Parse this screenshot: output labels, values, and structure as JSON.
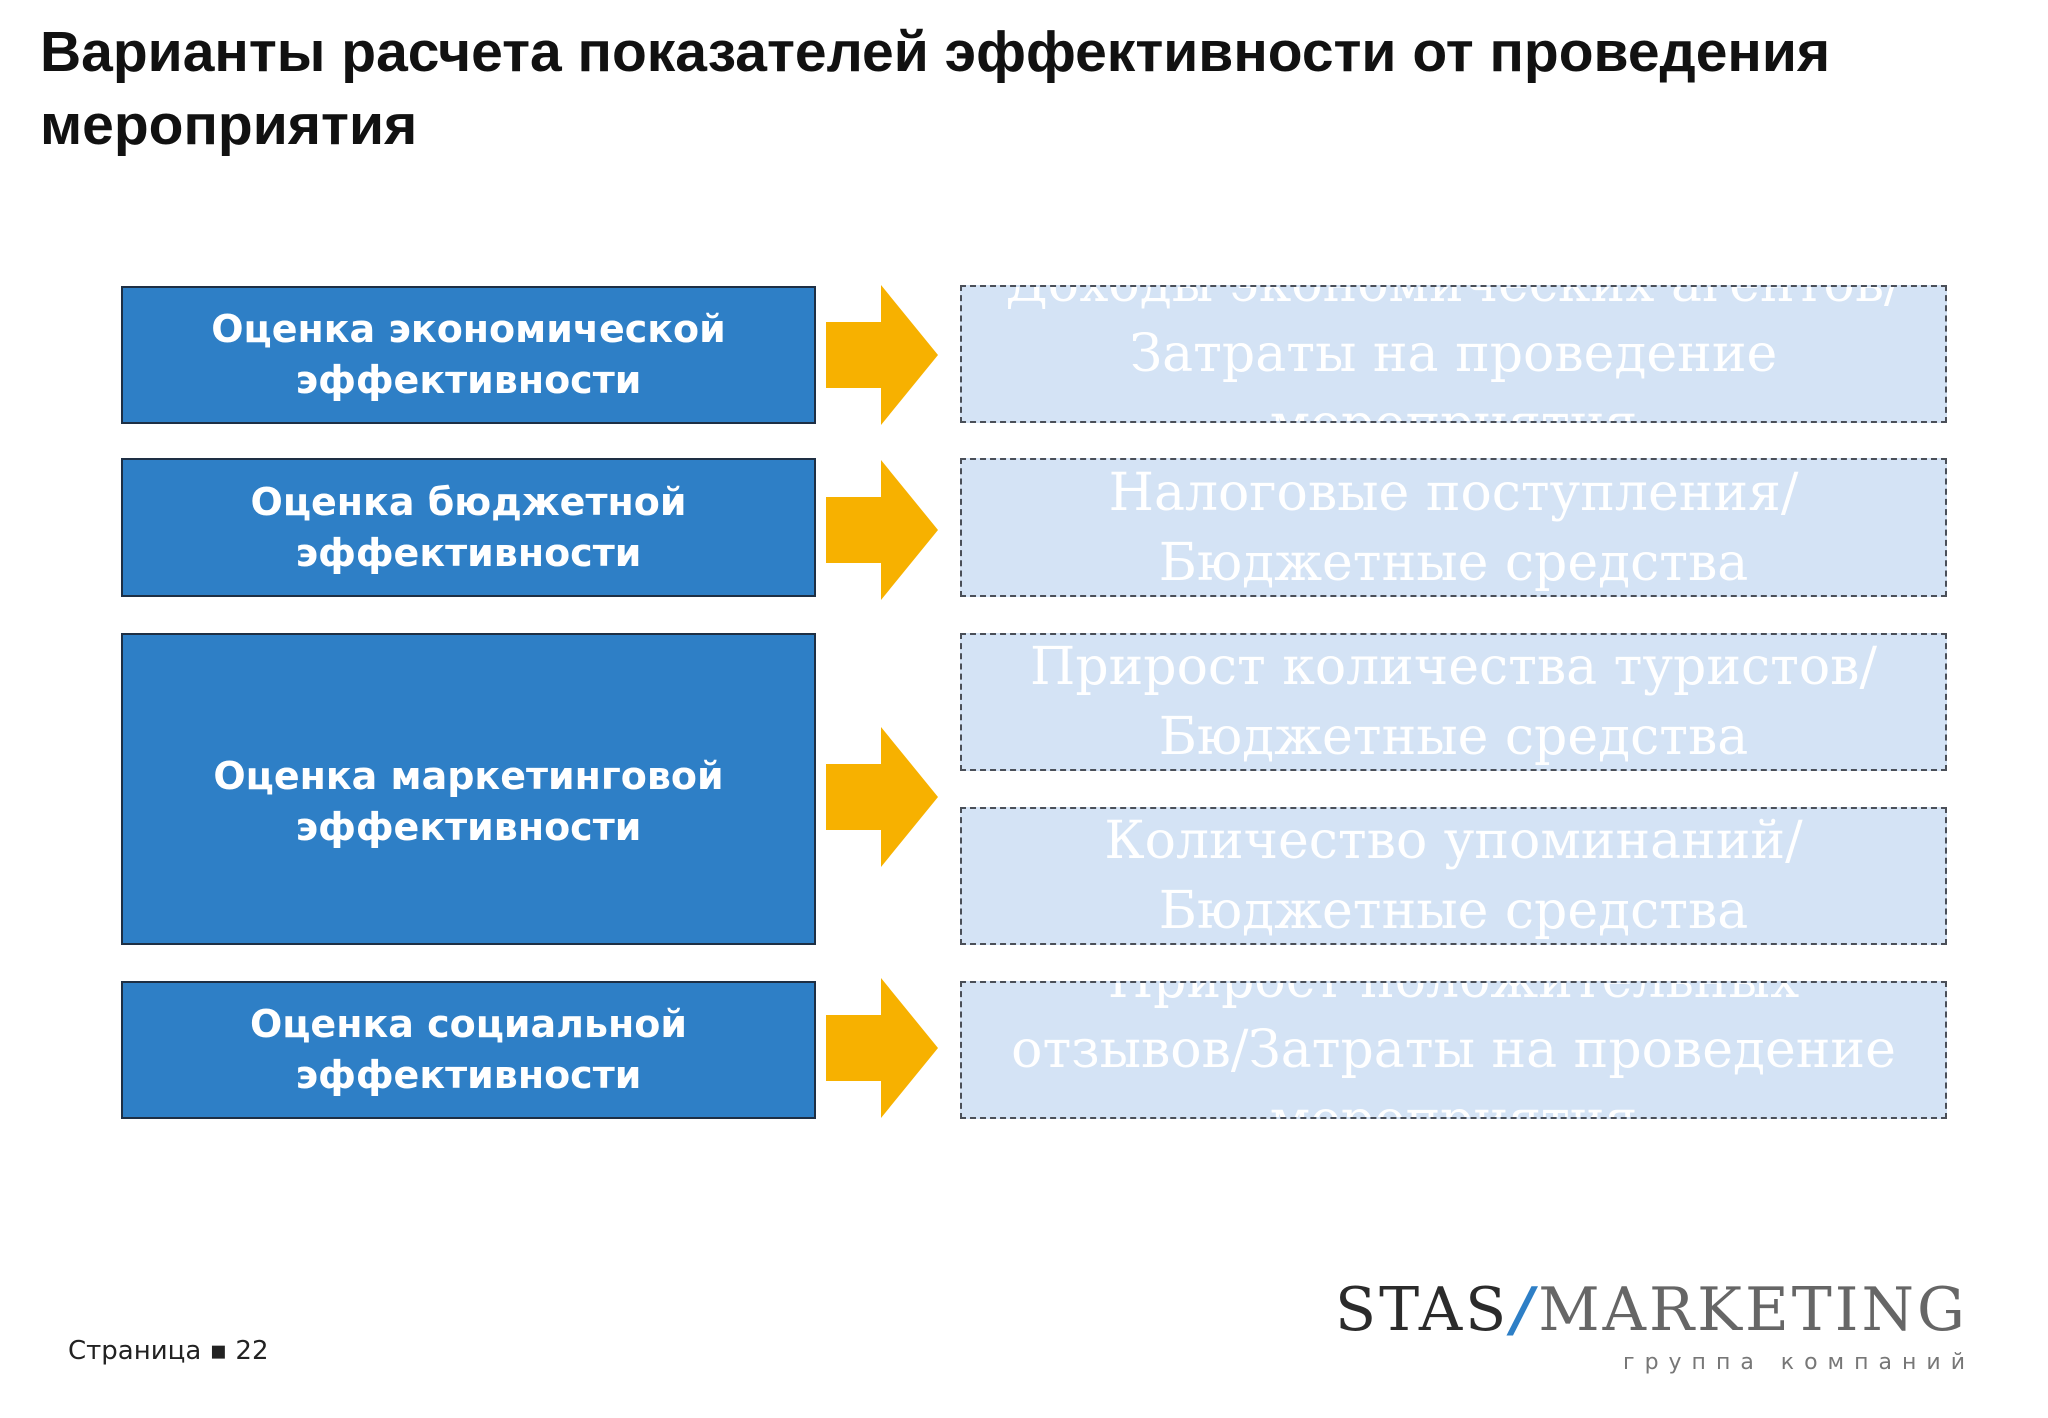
{
  "slide": {
    "title": "Варианты расчета показателей эффективности от проведения мероприятия"
  },
  "rows": [
    {
      "label": "Оценка экономической\nэффективности",
      "results": [
        "Доходы экономических агентов/\nЗатраты на проведение\nмероприятия"
      ]
    },
    {
      "label": "Оценка бюджетной\nэффективности",
      "results": [
        "Налоговые поступления/\nБюджетные средства"
      ]
    },
    {
      "label": "Оценка маркетинговой\nэффективности",
      "results": [
        "Прирост количества туристов/\nБюджетные средства",
        "Количество упоминаний/\nБюджетные средства"
      ]
    },
    {
      "label": "Оценка социальной\nэффективности",
      "results": [
        "Прирост положительных\nотзывов/Затраты на проведение\nмероприятия"
      ]
    }
  ],
  "footer": {
    "page_label": "Страница ▪ 22"
  },
  "logo": {
    "left": "STAS",
    "right": "MARKETING",
    "subtitle": "группа компаний"
  },
  "colors": {
    "category_box": "#2e7fc6",
    "arrow": "#f7b100",
    "result_box": "#d4e3f5",
    "logo_accent": "#2e7fc6"
  },
  "icons": {
    "arrow": "right-arrow-icon"
  }
}
